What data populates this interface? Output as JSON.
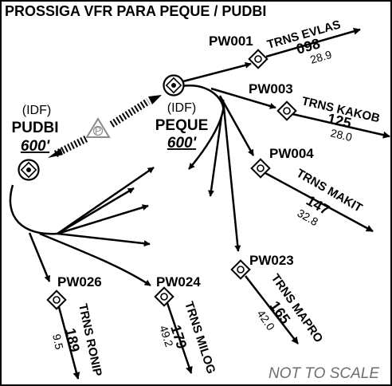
{
  "title": "PROSSIGA VFR PARA PEQUE / PUDBI",
  "colors": {
    "ink": "#000000",
    "symbol_gray": "#8a8a8a"
  },
  "pudbi": {
    "tag": "(IDF)",
    "name": "PUDBI",
    "altitude": "600'",
    "icon": "vfr-reporting-point-icon"
  },
  "peque": {
    "tag": "(IDF)",
    "name": "PEQUE",
    "altitude": "600'",
    "icon": "vfr-reporting-point-icon"
  },
  "parking_symbol": {
    "letter": "P",
    "icon": "parking-triangle-icon"
  },
  "exits": [
    {
      "fix": "PW001",
      "trns": "TRNS EVLAS",
      "course": "098",
      "distance": "28.9"
    },
    {
      "fix": "PW003",
      "trns": "TRNS KAKOB",
      "course": "125",
      "distance": "28.0"
    },
    {
      "fix": "PW004",
      "trns": "TRNS MAKIT",
      "course": "147",
      "distance": "32.8"
    },
    {
      "fix": "PW023",
      "trns": "TRNS MAPRO",
      "course": "165",
      "distance": "42.0"
    },
    {
      "fix": "PW026",
      "trns": "TRNS RONIP",
      "course": "189",
      "distance": "9.5"
    },
    {
      "fix": "PW024",
      "trns": "TRNS MILOG",
      "course": "179",
      "distance": "49.2"
    }
  ],
  "footer_note": "NOT TO SCALE"
}
